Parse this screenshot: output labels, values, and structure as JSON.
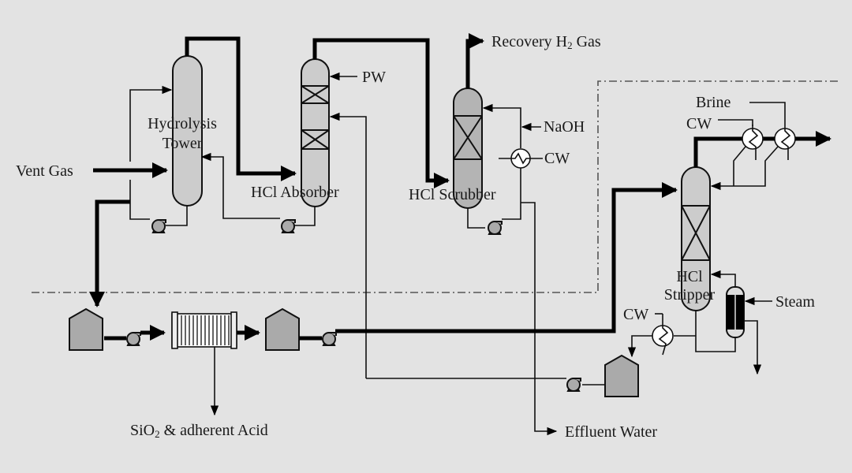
{
  "diagram": {
    "title": "HCl recovery process flow diagram",
    "colors": {
      "background": "#e3e3e3",
      "column_fill": "#cccccc",
      "scrubber_fill": "#b4b4b4",
      "tank_fill": "#aaaaaa",
      "line": "#000000",
      "boundary_line": "#555555"
    },
    "units": {
      "hydrolysis_tower": {
        "line1": "Hydrolysis",
        "line2": "Tower"
      },
      "hcl_absorber": {
        "label": "HCl Absorber"
      },
      "hcl_scrubber": {
        "label": "HCl Scrubber"
      },
      "hcl_stripper": {
        "line1": "HCl",
        "line2": "Stripper"
      }
    },
    "streams": {
      "vent_gas": "Vent Gas",
      "pw": "PW",
      "recovery_h2_gas": {
        "prefix": "Recovery H",
        "subscript": "2",
        "suffix": " Gas"
      },
      "naoh": "NaOH",
      "cw_scrubber": "CW",
      "brine": "Brine",
      "cw_condenser": "CW",
      "steam": "Steam",
      "cw_cooler": "CW",
      "sio2_acid": {
        "prefix": "SiO",
        "subscript": "2",
        "suffix": " & adherent Acid"
      },
      "effluent_water": "Effluent Water"
    },
    "icons": {
      "pump": "centrifugal-pump-icon",
      "tank": "storage-tank-icon",
      "filter": "filter-press-icon",
      "heat_exchanger": "heat-exchanger-icon",
      "reboiler": "reboiler-icon"
    }
  }
}
